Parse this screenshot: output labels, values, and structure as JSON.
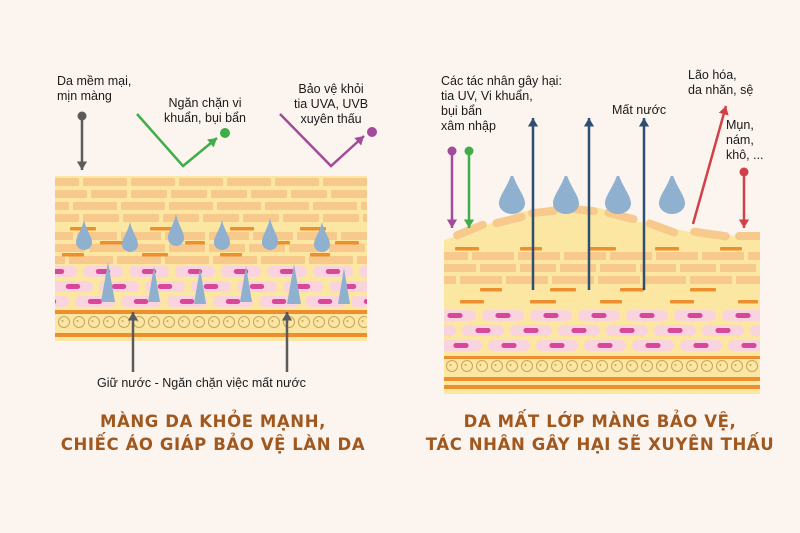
{
  "colors": {
    "background": "#fcf4ef",
    "skin": "#fbe7a1",
    "brick": "#f7c98c",
    "dash": "#ee8f2f",
    "pink_cell": "#f9d3dd",
    "pink_dot": "#d9479a",
    "drop": "#8fb1cf",
    "caption": "#a0581e",
    "arrow_gray": "#5b5b5b",
    "arrow_green": "#3fae49",
    "arrow_purple": "#a24a9c",
    "arrow_navy": "#2f4f72",
    "arrow_red": "#d2404a"
  },
  "left_panel": {
    "labels": {
      "soft_skin": "Da mềm mại,\nmịn màng",
      "block_bacteria": "Ngăn chặn vi\nkhuẩn, bụi bẩn",
      "protect_uv": "Bảo vệ khỏi\ntia UVA, UVB\nxuyên thấu",
      "retain_water": "Giữ nước - Ngăn chặn việc mất nước"
    },
    "caption": "MÀNG DA KHỎE MẠNH,\nCHIẾC ÁO GIÁP BẢO VỆ LÀN DA"
  },
  "right_panel": {
    "labels": {
      "harmful_agents": "Các tác nhân gây hại:\ntia UV, Vi khuẩn,\nbụi bẩn\nxâm nhập",
      "water_loss": "Mất nước",
      "aging": "Lão hóa,\nda nhăn, sệ",
      "acne": "Mụn,\nnám,\nkhô, ..."
    },
    "caption": "DA MẤT LỚP MÀNG BẢO VỆ,\nTÁC NHÂN GÂY HẠI SẼ XUYÊN THẤU"
  }
}
